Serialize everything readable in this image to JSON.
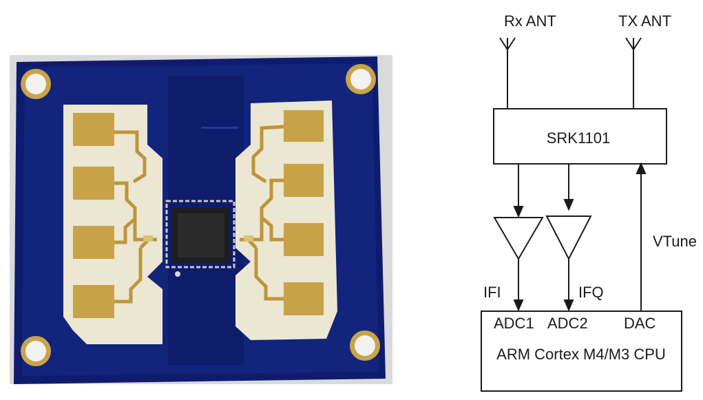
{
  "photo": {
    "description_icon": "radar-sensor-pcb-photo",
    "colors": {
      "background": "#d9dadb",
      "board": "#0f1c6e",
      "board_edge": "#1a2f8a",
      "ground_plane": "#142a82",
      "pad_region": "#ece7d2",
      "patch": "#c8a247",
      "trace": "#bc953c",
      "chip": "#1e1e1e",
      "hole_ring": "#c9a44a"
    },
    "patch_count_per_side": 4,
    "mounting_holes": 4
  },
  "diagram": {
    "rx_ant_label": "Rx ANT",
    "tx_ant_label": "TX ANT",
    "chip_label": "SRK1101",
    "vtune_label": "VTune",
    "ifi_label": "IFI",
    "ifq_label": "IFQ",
    "adc1_label": "ADC1",
    "adc2_label": "ADC2",
    "dac_label": "DAC",
    "cpu_label": "ARM Cortex M4/M3 CPU",
    "line_color": "#1a1a1a"
  }
}
